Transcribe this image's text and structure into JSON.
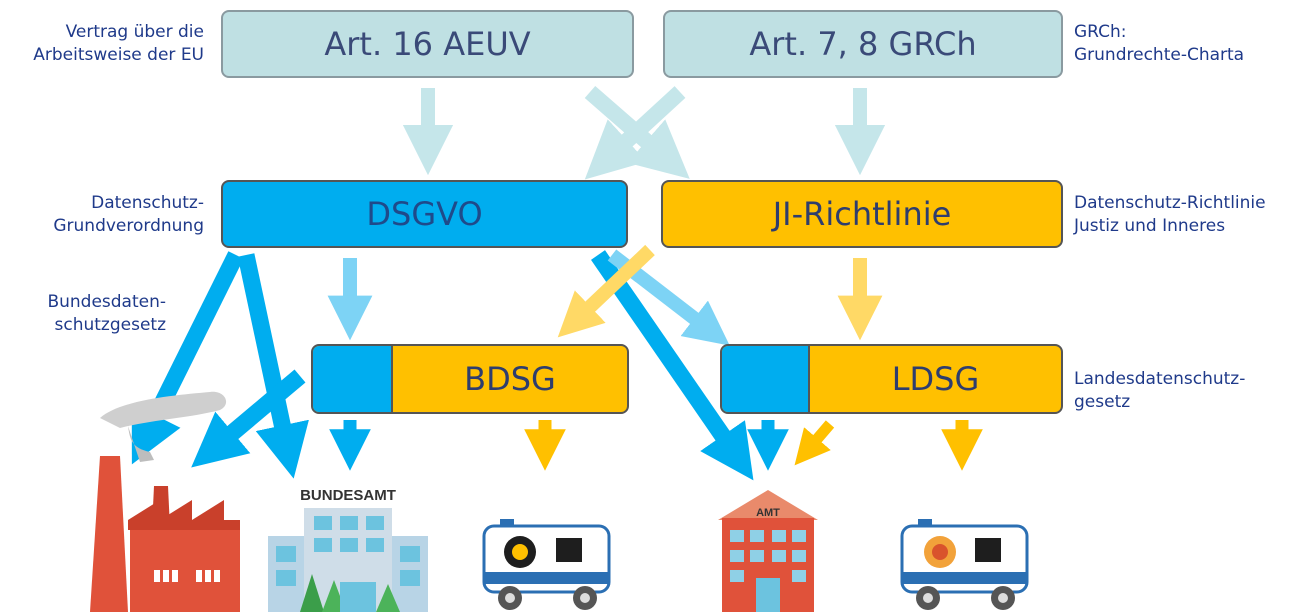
{
  "boxes": {
    "aeuv": "Art. 16 AEUV",
    "grch": "Art. 7, 8 GRCh",
    "dsgvo": "DSGVO",
    "ji": "JI-Richtlinie",
    "bdsg": "BDSG",
    "ldsg": "LDSG"
  },
  "notes": {
    "aeuv_1": "Vertrag über die",
    "aeuv_2": "Arbeitsweise der EU",
    "grch_1": "GRCh:",
    "grch_2": "Grundrechte-Charta",
    "dsgvo_1": "Datenschutz-",
    "dsgvo_2": "Grundverordnung",
    "ji_1": "Datenschutz-Richtlinie",
    "ji_2": "Justiz und Inneres",
    "bdsg_1": "Bundesdaten-",
    "bdsg_2": "schutzgesetz",
    "ldsg_1": "Landesdatenschutz-",
    "ldsg_2": "gesetz"
  },
  "icons": {
    "bundesamt_sign": "BUNDESAMT",
    "amt_sign": "AMT"
  },
  "colors": {
    "top_box": "#bfe0e3",
    "dsgvo_blue": "#00adef",
    "ji_yellow": "#ffc000",
    "light_arrow": "#c5e6ea",
    "blue_arrow": "#00adef",
    "yellow_arrow": "#ffc000",
    "text": "#1f3a8a"
  }
}
